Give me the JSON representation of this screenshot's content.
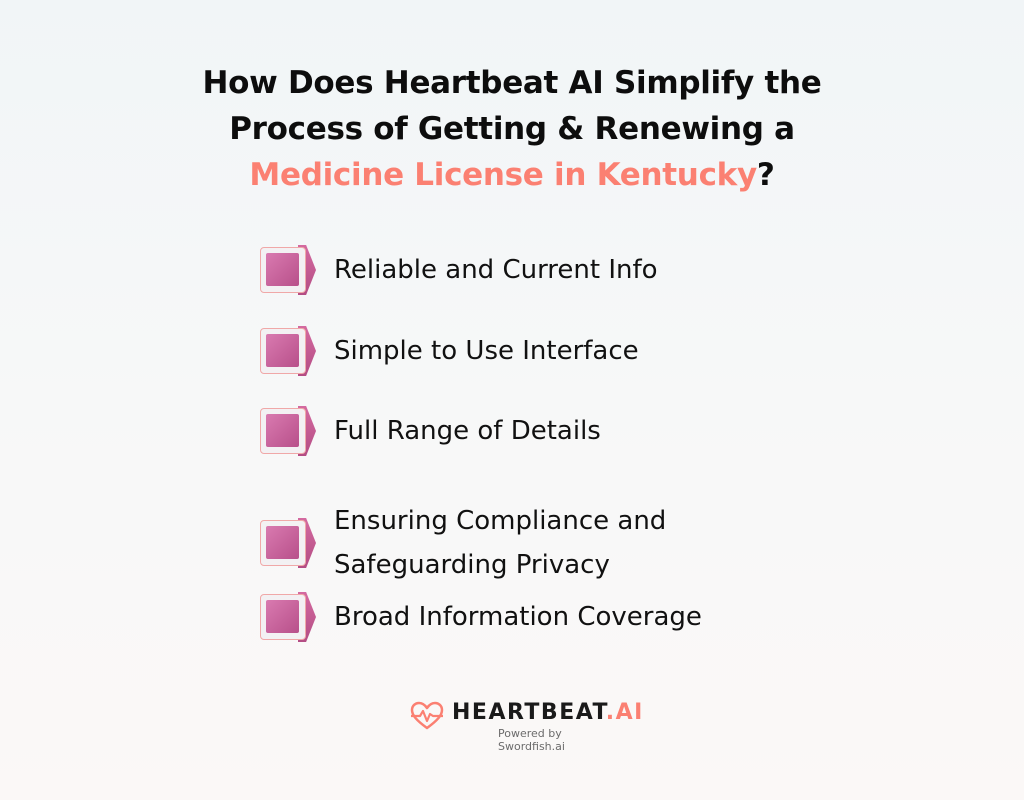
{
  "title": {
    "line1": "How Does Heartbeat AI Simplify the",
    "line2": "Process of Getting & Renewing a",
    "line3_accent": "Medicine License in Kentucky",
    "line3_suffix": "?"
  },
  "colors": {
    "accent": "#fb8072",
    "bullet": "#c45f96",
    "text": "#111111"
  },
  "items": [
    {
      "label": "Reliable and Current Info",
      "icon": "bullet-tab-icon"
    },
    {
      "label": "Simple to Use Interface",
      "icon": "bullet-tab-icon"
    },
    {
      "label": "Full Range of Details",
      "icon": "bullet-tab-icon"
    },
    {
      "label_line1": "Ensuring Compliance and",
      "label_line2": "Safeguarding Privacy",
      "icon": "bullet-tab-icon"
    },
    {
      "label": "Broad Information Coverage",
      "icon": "bullet-tab-icon"
    }
  ],
  "logo": {
    "icon": "heart-pulse-icon",
    "brand_main": "HEARTBEAT",
    "brand_suffix": ".AI",
    "tagline": "Powered by Swordfish.ai"
  }
}
